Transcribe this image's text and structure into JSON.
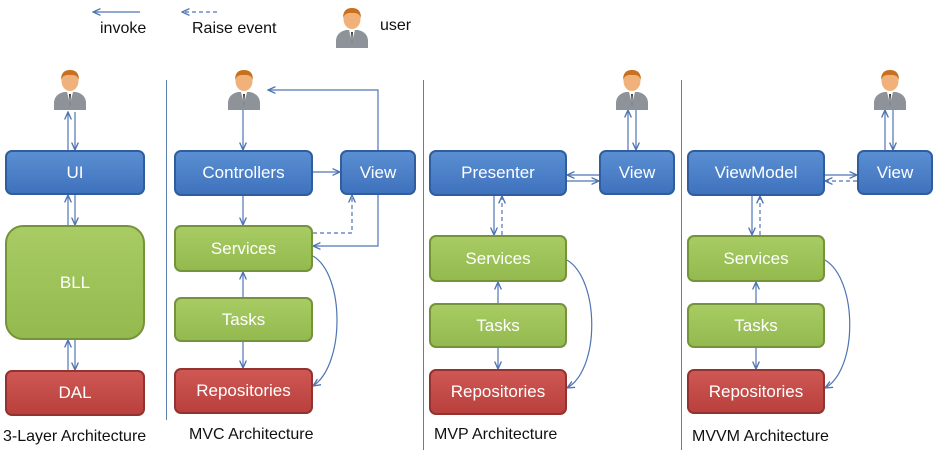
{
  "legend": {
    "invoke": "invoke",
    "raise_event": "Raise event",
    "user": "user"
  },
  "three_layer": {
    "ui": "UI",
    "bll": "BLL",
    "dal": "DAL",
    "caption": "3-Layer Architecture"
  },
  "mvc": {
    "controllers": "Controllers",
    "view": "View",
    "services": "Services",
    "tasks": "Tasks",
    "repositories": "Repositories",
    "caption": "MVC Architecture"
  },
  "mvp": {
    "presenter": "Presenter",
    "view": "View",
    "services": "Services",
    "tasks": "Tasks",
    "repositories": "Repositories",
    "caption": "MVP Architecture"
  },
  "mvvm": {
    "viewmodel": "ViewModel",
    "view": "View",
    "services": "Services",
    "tasks": "Tasks",
    "repositories": "Repositories",
    "caption": "MVVM Architecture"
  },
  "colors": {
    "ui_layer": "#4a7fc8",
    "business_layer": "#9bc157",
    "data_layer": "#c34b47",
    "connector": "#4f74b3"
  }
}
